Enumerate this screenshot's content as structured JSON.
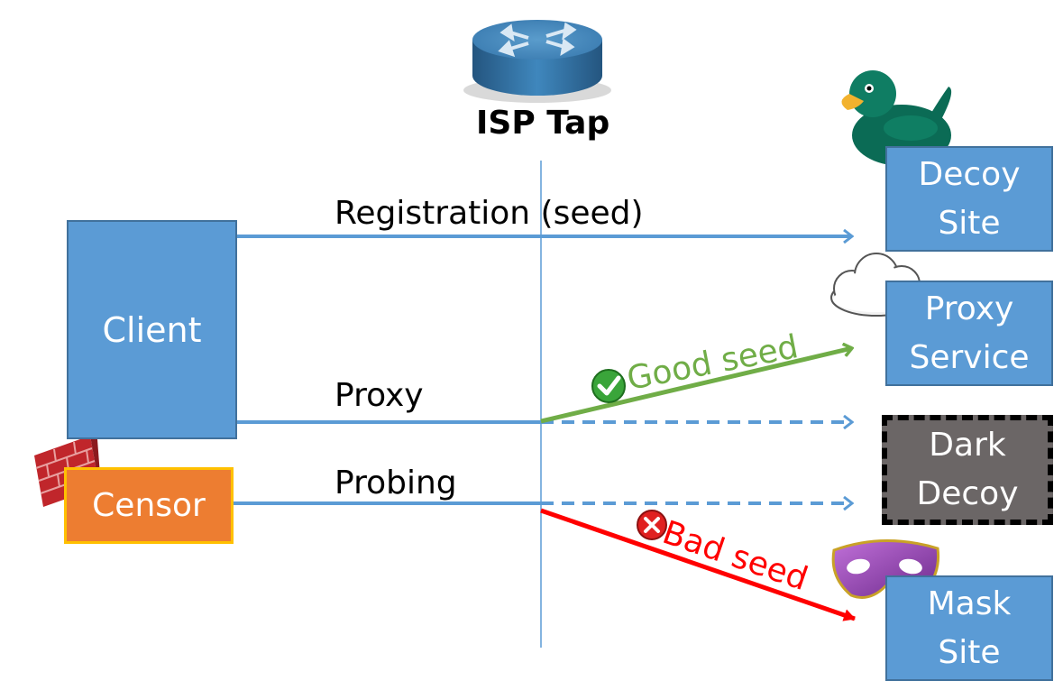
{
  "isp": {
    "label": "ISP Tap",
    "icon": "router-icon"
  },
  "nodes": {
    "client": "Client",
    "censor": "Censor",
    "decoy_site": "Decoy\nSite",
    "proxy_service": "Proxy\nService",
    "dark_decoy": "Dark\nDecoy",
    "mask_site": "Mask\nSite"
  },
  "flows": {
    "registration": "Registration (seed)",
    "proxy": "Proxy",
    "probing": "Probing",
    "good_seed": "Good seed",
    "bad_seed": "Bad seed"
  },
  "icons": [
    "router-icon",
    "duck-icon",
    "cloud-icon",
    "firewall-icon",
    "mask-icon",
    "check-icon",
    "cross-icon"
  ],
  "colors": {
    "box_blue": "#5b9bd5",
    "line_blue": "#5b9bd5",
    "censor_orange": "#ed7d31",
    "censor_border": "#ffc000",
    "dark_decoy_gray": "#6b6666",
    "good_green": "#70ad47",
    "bad_red": "#ff0000"
  }
}
